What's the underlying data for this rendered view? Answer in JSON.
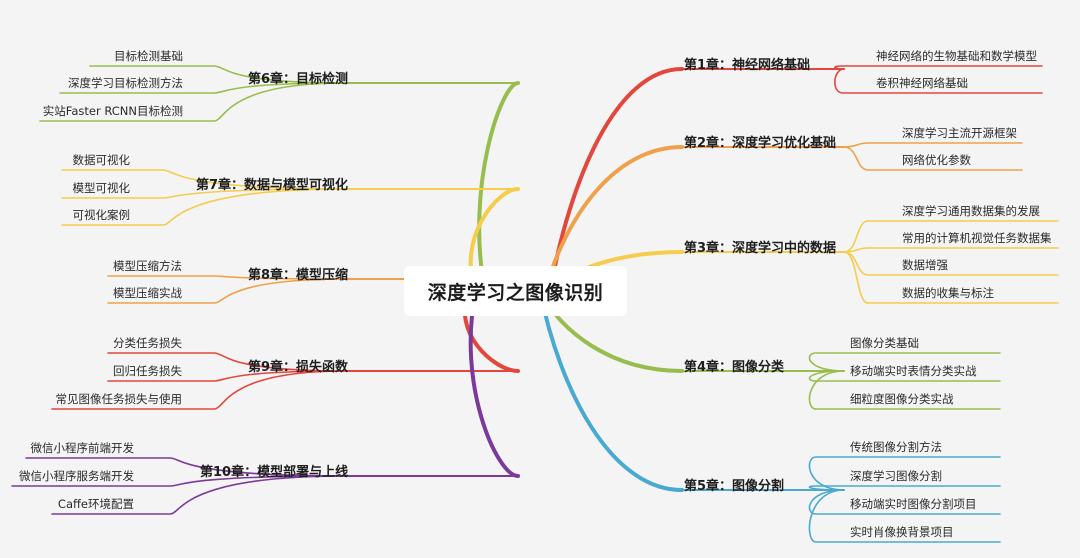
{
  "root": "深度学习之图像识别",
  "branches": [
    {
      "id": "c1",
      "side": "right",
      "title": "第1章：神经网络基础",
      "color": "#e2473c",
      "items": [
        "神经网络的生物基础和数学模型",
        "卷积神经网络基础"
      ]
    },
    {
      "id": "c2",
      "side": "right",
      "title": "第2章：深度学习优化基础",
      "color": "#f0a04a",
      "items": [
        "深度学习主流开源框架",
        "网络优化参数"
      ]
    },
    {
      "id": "c3",
      "side": "right",
      "title": "第3章：深度学习中的数据",
      "color": "#f5cc4c",
      "items": [
        "深度学习通用数据集的发展",
        "常用的计算机视觉任务数据集",
        "数据增强",
        "数据的收集与标注"
      ]
    },
    {
      "id": "c4",
      "side": "right",
      "title": "第4章：图像分类",
      "color": "#97bd4e",
      "items": [
        "图像分类基础",
        "移动端实时表情分类实战",
        "细粒度图像分类实战"
      ]
    },
    {
      "id": "c5",
      "side": "right",
      "title": "第5章：图像分割",
      "color": "#4aa9cf",
      "items": [
        "传统图像分割方法",
        "深度学习图像分割",
        "移动端实时图像分割项目",
        "实时肖像换背景项目"
      ]
    },
    {
      "id": "c6",
      "side": "left",
      "title": "第6章：目标检测",
      "color": "#97bd4e",
      "items": [
        "目标检测基础",
        "深度学习目标检测方法",
        "实站Faster RCNN目标检测"
      ]
    },
    {
      "id": "c7",
      "side": "left",
      "title": "第7章：数据与模型可视化",
      "color": "#f5cc4c",
      "items": [
        "数据可视化",
        "模型可视化",
        "可视化案例"
      ]
    },
    {
      "id": "c8",
      "side": "left",
      "title": "第8章：模型压缩",
      "color": "#f0a04a",
      "items": [
        "模型压缩方法",
        "模型压缩实战"
      ]
    },
    {
      "id": "c9",
      "side": "left",
      "title": "第9章：损失函数",
      "color": "#e2473c",
      "items": [
        "分类任务损失",
        "回归任务损失",
        "常见图像任务损失与使用"
      ]
    },
    {
      "id": "c10",
      "side": "left",
      "title": "第10章：模型部署与上线",
      "color": "#7b3a9b",
      "items": [
        "微信小程序前端开发",
        "微信小程序服务端开发",
        "Caffe环境配置"
      ]
    }
  ]
}
